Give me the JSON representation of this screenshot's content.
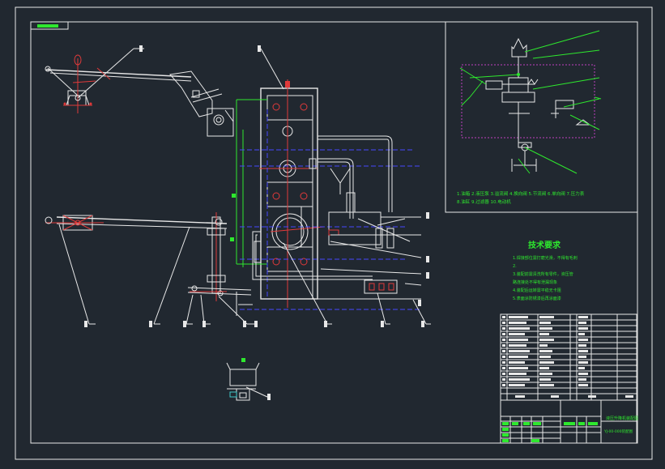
{
  "legend": {
    "line1": "1.油箱  2.液压泵  3.溢流阀  4.换向阀  5.节流阀  6.单向阀  7.压力表",
    "line2": "8.油缸  9.过滤器  10.电动机"
  },
  "tech_req": {
    "title": "技术要求",
    "items": [
      "1.焊接部位需打磨光滑，不得有毛刺",
      "2.",
      "3.装配前需清洗所有零件，液压管",
      "路连接处不得有泄漏现象",
      "4.装配后运转需平稳无卡阻",
      "5.表面涂防锈漆后再涂面漆"
    ]
  },
  "title_block": {
    "drawing_name": "液压升降机装配图",
    "drawing_no": "YJ-00-000装配图"
  },
  "colors": {
    "background": "#212830",
    "linework": "#e8e8e8",
    "annotation": "#2ee82e",
    "centerline": "#e03a3a",
    "hidden": "#4848ff",
    "hydraulic_box": "#c040c0"
  }
}
